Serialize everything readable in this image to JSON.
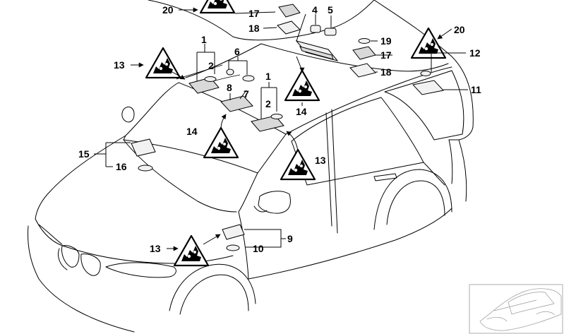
{
  "diagram": {
    "labels": {
      "l1a": "1",
      "l1b": "1",
      "l2a": "2",
      "l2b": "2",
      "l4": "4",
      "l5": "5",
      "l6": "6",
      "l7": "7",
      "l8": "8",
      "l9": "9",
      "l10": "10",
      "l11": "11",
      "l12": "12",
      "l13a": "13",
      "l13b": "13",
      "l13c": "13",
      "l14a": "14",
      "l14b": "14",
      "l15": "15",
      "l16": "16",
      "l17a": "17",
      "l17b": "17",
      "l18a": "18",
      "l18b": "18",
      "l19": "19",
      "l20a": "20",
      "l20b": "20"
    },
    "icons": {
      "warning": "warning-triangle-icon",
      "overview": "overview-car-thumbnail"
    }
  }
}
